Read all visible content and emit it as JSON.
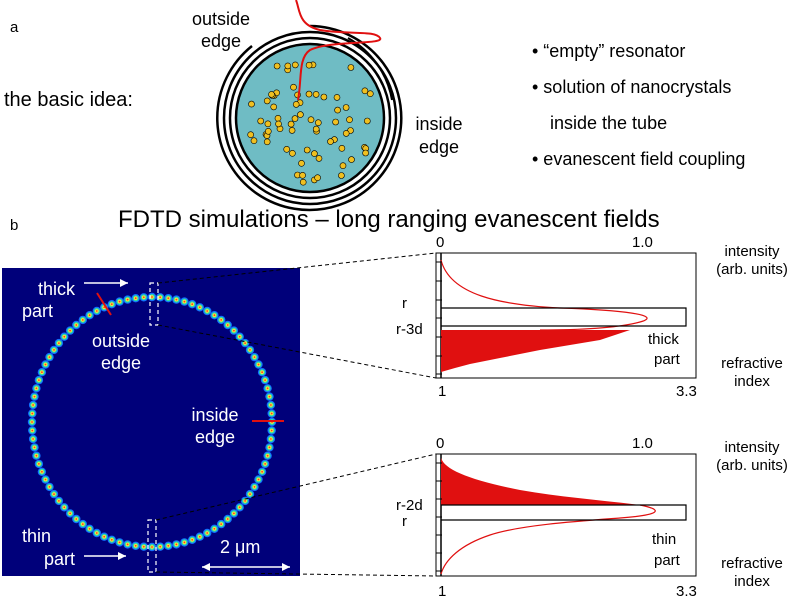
{
  "panel_a": {
    "letter": "a",
    "basic_idea": "the basic idea:",
    "outside_edge": [
      "outside",
      "edge"
    ],
    "inside_edge": [
      "inside",
      "edge"
    ],
    "bullets": [
      "• “empty” resonator",
      "• solution of nanocrystals",
      "inside the tube",
      "• evanescent field coupling"
    ],
    "colors": {
      "fill": "#6fbcc4",
      "crystal": "#f0c020",
      "probe": "#e01010"
    }
  },
  "panel_b": {
    "letter": "b",
    "title": "FDTD simulations – long ranging evanescent fields",
    "ring_image": {
      "background": "#00007a",
      "thick_part": [
        "thick",
        "part"
      ],
      "outside_edge": [
        "outside",
        "edge"
      ],
      "inside_edge": [
        "inside",
        "edge"
      ],
      "thin_part": [
        "thin",
        "part"
      ],
      "scale": "2 μm"
    },
    "plot_top": {
      "intensity_ticks": [
        "0",
        "1.0"
      ],
      "index_ticks": [
        "1",
        "3.3"
      ],
      "y_labels": [
        "r",
        "r-3d"
      ],
      "part_label": [
        "thick",
        "part"
      ],
      "intensity_axis": [
        "intensity",
        "(arb. units)"
      ],
      "index_axis": [
        "refractive",
        "index"
      ]
    },
    "plot_bottom": {
      "intensity_ticks": [
        "0",
        "1.0"
      ],
      "index_ticks": [
        "1",
        "3.3"
      ],
      "y_labels": [
        "r-2d",
        "r"
      ],
      "part_label": [
        "thin",
        "part"
      ],
      "intensity_axis": [
        "intensity",
        "(arb. units)"
      ],
      "index_axis": [
        "refractive",
        "index"
      ]
    }
  }
}
